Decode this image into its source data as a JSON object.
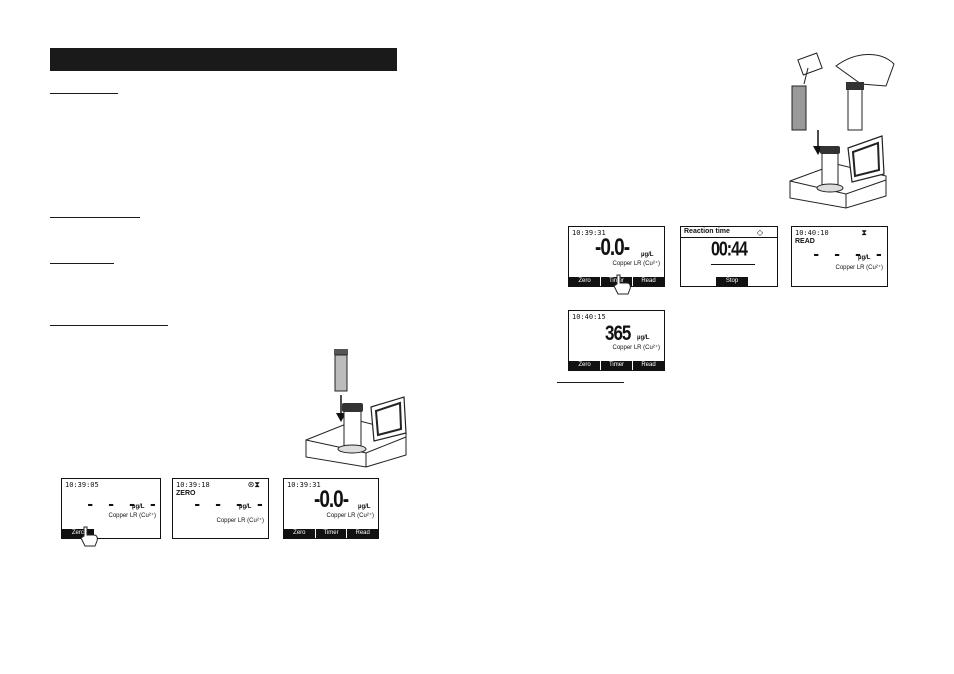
{
  "screens": {
    "s1": {
      "time": "10:39:05",
      "dashes": "- - - -",
      "unit": "µg/L",
      "param": "Copper LR (Cu²⁺)",
      "softkey": "Zero"
    },
    "s2": {
      "time": "10:39:18",
      "icons": "⊛⧗",
      "mode": "ZERO",
      "dashes": "- - - -",
      "unit": "µg/L",
      "param": "Copper LR (Cu²⁺)"
    },
    "s3": {
      "time": "10:39:31",
      "value": "-0.0-",
      "unit": "µg/L",
      "param": "Copper LR (Cu²⁺)",
      "keys": [
        "Zero",
        "Timer",
        "Read"
      ]
    },
    "s4": {
      "time": "10:39:31",
      "value": "-0.0-",
      "unit": "µg/L",
      "param": "Copper LR (Cu²⁺)",
      "keys": [
        "Zero",
        "Timer",
        "Read"
      ]
    },
    "s5": {
      "title": "Reaction time",
      "icons": "◇",
      "timer": "00:44",
      "key": "Stop"
    },
    "s6": {
      "time": "10:40:10",
      "icons": "⧗",
      "mode": "READ",
      "dashes": "- - - -",
      "unit": "µg/L",
      "param": "Copper LR (Cu²⁺)"
    },
    "s7": {
      "time": "10:40:15",
      "value": "365",
      "unit": "µg/L",
      "param": "Copper LR (Cu²⁺)",
      "keys": [
        "Zero",
        "Timer",
        "Read"
      ]
    }
  }
}
